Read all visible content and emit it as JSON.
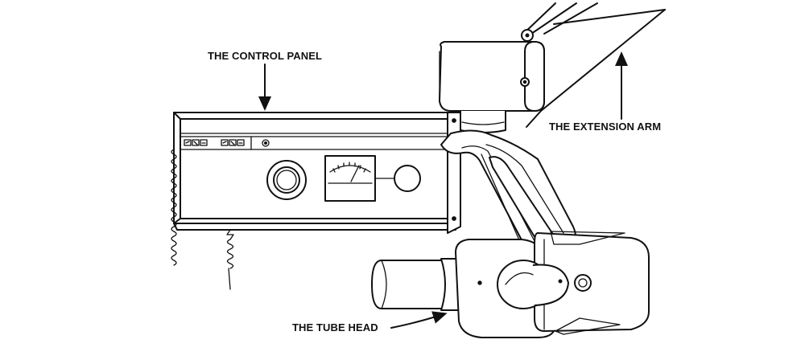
{
  "labels": {
    "control_panel": "THE CONTROL PANEL",
    "extension_arm": "THE EXTENSION ARM",
    "tube_head": "THE TUBE HEAD"
  }
}
